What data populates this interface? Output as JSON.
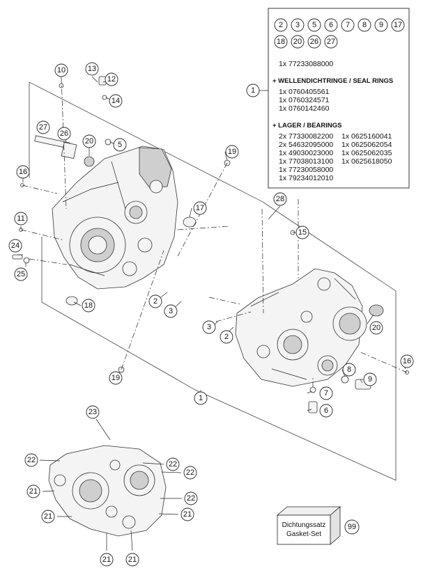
{
  "callouts": {
    "c1a": "1",
    "c1b": "1",
    "c2a": "2",
    "c2b": "2",
    "c3a": "3",
    "c3b": "3",
    "c5": "5",
    "c6": "6",
    "c7": "7",
    "c8": "8",
    "c9": "9",
    "c10": "10",
    "c11": "11",
    "c12": "12",
    "c13": "13",
    "c14": "14",
    "c15": "15",
    "c16a": "16",
    "c16b": "16",
    "c17": "17",
    "c18": "18",
    "c19a": "19",
    "c19b": "19",
    "c20a": "20",
    "c20b": "20",
    "c21a": "21",
    "c21b": "21",
    "c21c": "21",
    "c21d": "21",
    "c21e": "21",
    "c22a": "22",
    "c22b": "22",
    "c22c": "22",
    "c22d": "22",
    "c23": "23",
    "c24": "24",
    "c25": "25",
    "c26": "26",
    "c27": "27",
    "c28": "28",
    "c99": "99"
  },
  "panel": {
    "row1": [
      "2",
      "3",
      "5",
      "6",
      "7",
      "8",
      "9",
      "17"
    ],
    "row2": [
      "18",
      "20",
      "26",
      "27"
    ],
    "kit_line": "1x 77233088000",
    "seal_heading": "+ WELLENDICHTRINGE / SEAL RINGS",
    "seal_items": [
      "1x 0760405561",
      "1x 0760324571",
      "1x 0760142460"
    ],
    "bearing_heading": "+ LAGER / BEARINGS",
    "bearing_left": [
      "2x 77330082200",
      "2x 54632095000",
      "1x 49030023000",
      "1x 77038013100",
      "1x 77230058000",
      "1x 79234012010"
    ],
    "bearing_right": [
      "1x 0625160041",
      "1x 0625062054",
      "1x 0625062035",
      "1x 0625618050"
    ],
    "callout": "1"
  },
  "gasket": {
    "line1": "Dichtungssatz",
    "line2": "Gasket-Set"
  },
  "colors": {
    "line": "#222222",
    "part_fill": "#f4f4f4",
    "part_shade": "#cfcfcf"
  }
}
